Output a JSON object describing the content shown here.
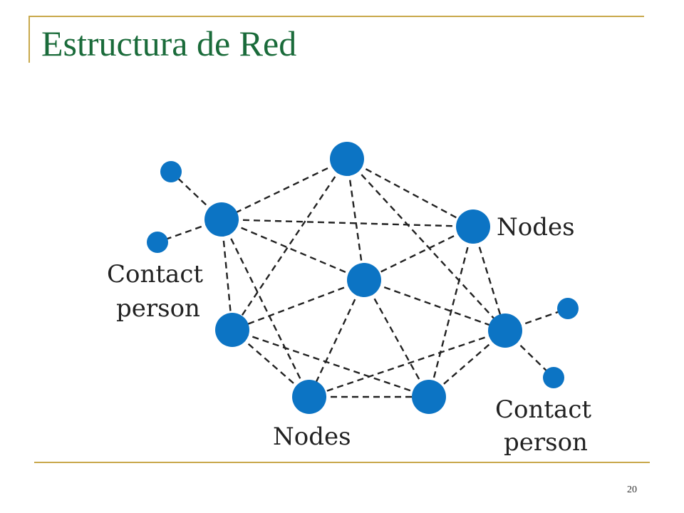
{
  "slide": {
    "title": "Estructura de Red",
    "page_number": "20"
  },
  "diagram": {
    "labels": {
      "nodes_right": "Nodes",
      "nodes_bottom": "Nodes",
      "contact_left_line1": "Contact",
      "contact_left_line2": "person",
      "contact_right_line1": "Contact",
      "contact_right_line2": "person"
    },
    "colors": {
      "node_fill": "#0c74c4",
      "edge_stroke": "#222222",
      "title_color": "#1a6b3a",
      "rule_color": "#c8a84b"
    }
  }
}
